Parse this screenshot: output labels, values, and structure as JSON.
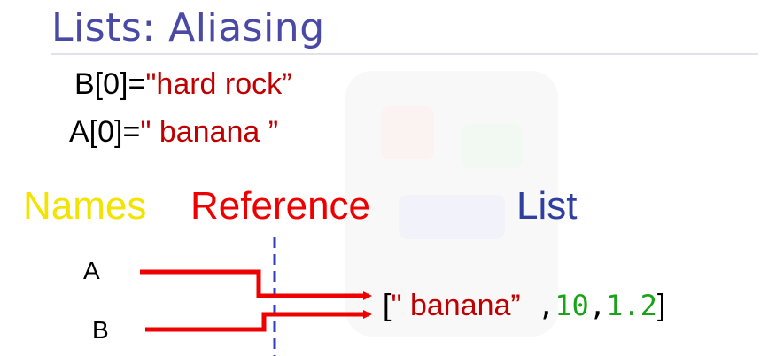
{
  "slide": {
    "title": "Lists: Aliasing",
    "code": [
      {
        "prefix": "B[0]=",
        "value": "\"hard rock”"
      },
      {
        "prefix": "A[0]=",
        "value": "\" banana ”"
      }
    ],
    "headings": {
      "names": "Names",
      "reference": "Reference",
      "list": "List"
    },
    "variables": [
      "A",
      "B"
    ],
    "list_literal": {
      "open": "[",
      "string_item": "\" banana”",
      "sep1": " ,",
      "num1": "10",
      "sep2": ",",
      "num2": "1.2",
      "close": "]"
    }
  },
  "colors": {
    "title": "#4a4aa6",
    "string": "#c00000",
    "number": "#19a319",
    "names_heading": "#f2e300",
    "reference_heading": "#ee0000",
    "list_heading": "#2f3f9f",
    "arrow": "#ee0000",
    "reference_line": "#2f3fbf"
  }
}
